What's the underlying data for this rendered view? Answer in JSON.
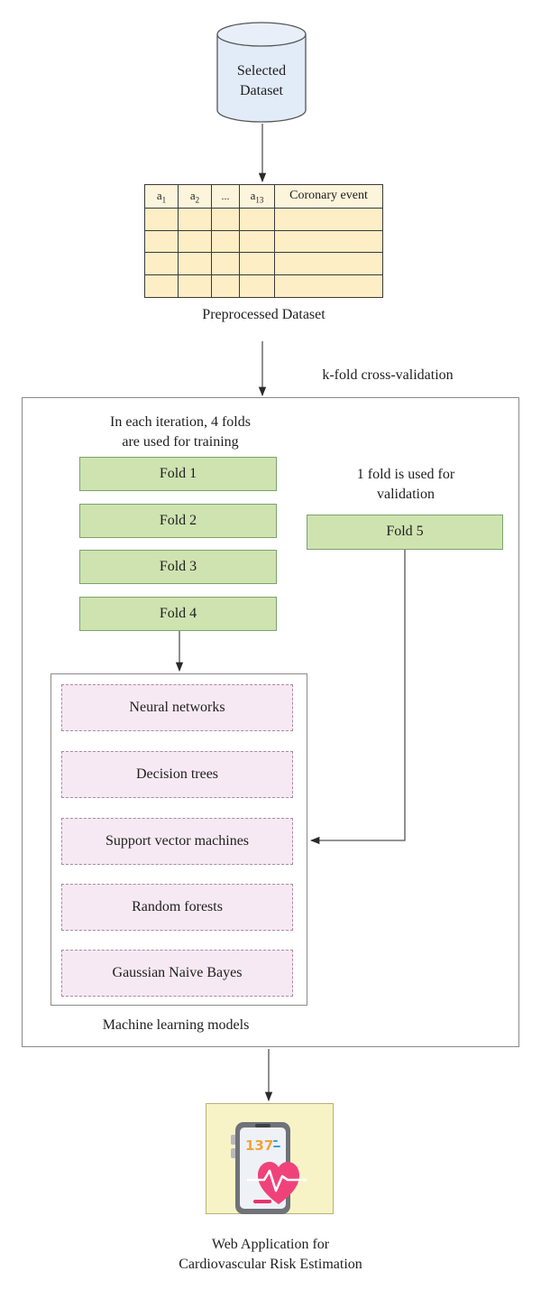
{
  "dataset": {
    "line1": "Selected",
    "line2": "Dataset"
  },
  "table": {
    "a1_base": "a",
    "a1_sub": "1",
    "a2_base": "a",
    "a2_sub": "2",
    "ellipsis": "...",
    "a13_base": "a",
    "a13_sub": "13",
    "target": "Coronary event"
  },
  "preprocessed_label": "Preprocessed Dataset",
  "cv_label": "k-fold cross-validation",
  "training": {
    "line1": "In each iteration, 4 folds",
    "line2": "are used for training",
    "folds": [
      "Fold 1",
      "Fold 2",
      "Fold 3",
      "Fold 4"
    ]
  },
  "validation": {
    "line1": "1 fold is used for",
    "line2": "validation",
    "fold": "Fold 5"
  },
  "models": {
    "items": [
      "Neural networks",
      "Decision trees",
      "Support vector machines",
      "Random forests",
      "Gaussian Naive Bayes"
    ],
    "caption": "Machine learning models"
  },
  "app": {
    "screen_value": "137",
    "line1": "Web Application for",
    "line2": "Cardiovascular Risk Estimation"
  },
  "colors": {
    "fold_fill": "#cfe3b1",
    "model_fill": "#f7e9f3",
    "table_fill": "#fdeec6",
    "cylinder_fill": "#e2ebf8",
    "app_fill": "#f8f3c7"
  }
}
